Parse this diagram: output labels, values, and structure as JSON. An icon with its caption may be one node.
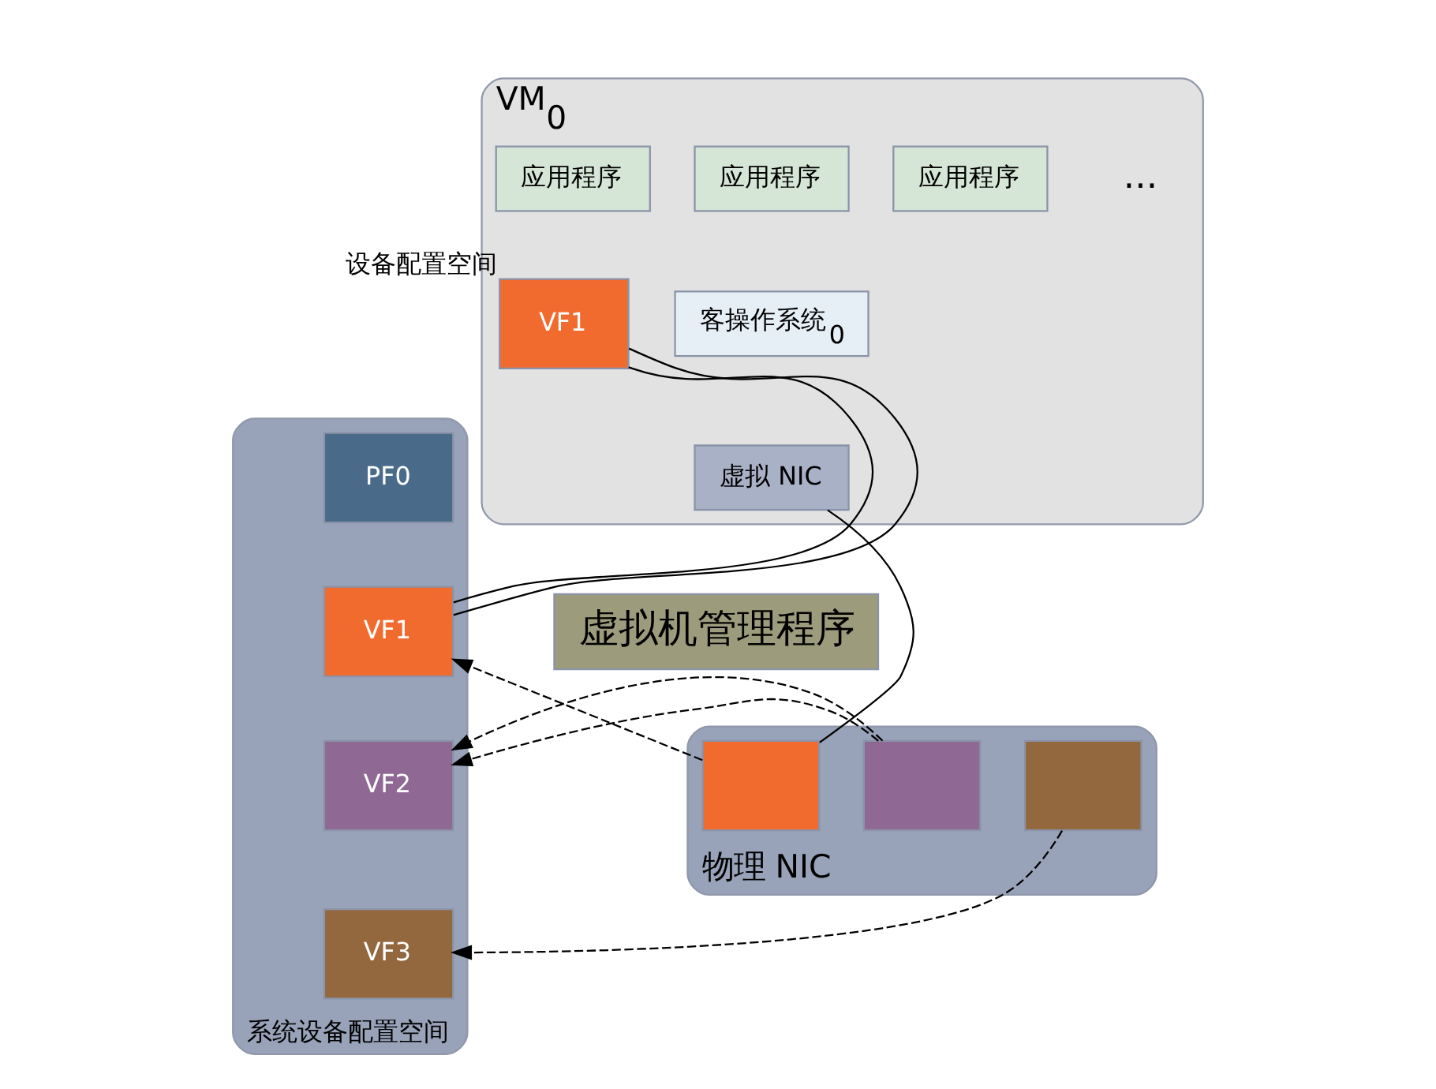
{
  "diagram": {
    "nodes": [
      {
        "text": [
          "VM$_{0}$"
        ]
      },
      {
        "text": [
          "应用程序"
        ],
        "in": 0
      },
      {
        "text": [
          "应用程序"
        ],
        "in": 0
      },
      {
        "text": [
          "应用程序"
        ],
        "in": 0
      },
      {
        "text": [
          "客操作系统$_{0}$"
        ],
        "in": 0
      },
      {
        "text": [
          "虚拟 NIC"
        ],
        "in": 0
      },
      {
        "text": [
          "VF1"
        ],
        "in": 0,
        "beside": [
          "设备配置空间"
        ]
      },
      {
        "text": [
          "虚拟机管理程序"
        ]
      },
      {
        "text": [
          "物理 NIC"
        ]
      },
      {
        "text": [],
        "shape": "box",
        "in": 8
      },
      {
        "text": [],
        "shape": "box",
        "in": 8
      },
      {
        "text": [],
        "shape": "box",
        "in": 8
      },
      {
        "text": [
          "系统设备配置空间"
        ]
      },
      {
        "text": [
          "PF0"
        ],
        "in": 12
      },
      {
        "text": [
          "VF1"
        ],
        "in": 12
      },
      {
        "text": [
          "VF2"
        ],
        "in": 12
      },
      {
        "text": [
          "VF3"
        ],
        "in": 12
      }
    ],
    "edges": [
      {
        "from": 6,
        "to": 14,
        "arrow": "none"
      },
      {
        "from": 6,
        "to": 14,
        "arrow": "none"
      },
      {
        "from": 5,
        "to": 9,
        "arrow": "none"
      },
      {
        "from": 9,
        "to": 14,
        "arrow": "to",
        "style": "dashed"
      },
      {
        "from": 10,
        "to": 15,
        "arrow": "to",
        "style": "dashed"
      },
      {
        "from": 11,
        "to": 16,
        "arrow": "to",
        "style": "dashed"
      }
    ],
    "labels": [
      "..."
    ]
  }
}
